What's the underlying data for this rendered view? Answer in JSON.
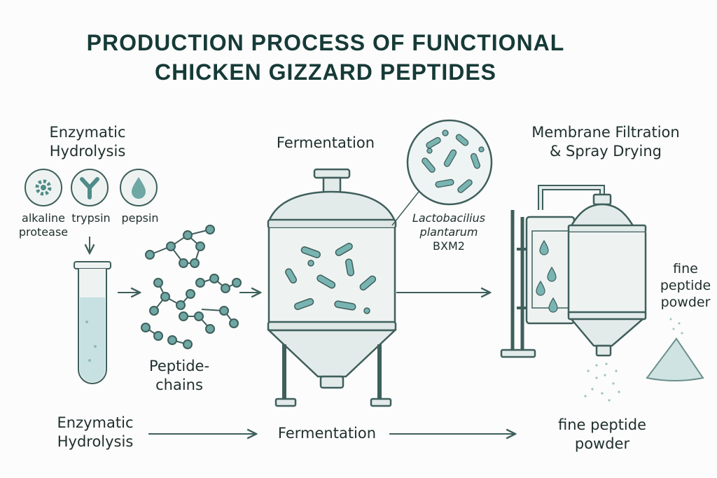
{
  "title": {
    "line1": "PRODUCTION PROCESS OF FUNCTIONAL",
    "line2": "CHICKEN GIZZARD PEPTIDES"
  },
  "steps": {
    "hydrolysis": {
      "heading_line1": "Enzymatic",
      "heading_line2": "Hydrolysis",
      "enzymes": [
        {
          "line1": "alkaline",
          "line2": "protease",
          "icon": "gear-icon"
        },
        {
          "line1": "trypsin",
          "line2": "",
          "icon": "y-shape-icon"
        },
        {
          "line1": "pepsin",
          "line2": "",
          "icon": "drop-icon"
        }
      ]
    },
    "peptides": {
      "line1": "Peptide-",
      "line2": "chains"
    },
    "fermentation": {
      "heading": "Fermentation",
      "strain_line1": "Lactobacilius",
      "strain_line2": "plantarum",
      "strain_line3": "BXM2"
    },
    "filtration": {
      "heading_line1": "Membrane Filtration",
      "heading_line2": "& Spray Drying",
      "product_line1": "fine",
      "product_line2": "peptide",
      "product_line3": "powder"
    }
  },
  "bottom_flow": {
    "step1_line1": "Enzymatic",
    "step1_line2": "Hydrolysis",
    "step2": "Fermentation",
    "step3_line1": "fine peptide",
    "step3_line2": "powder"
  },
  "colors": {
    "outline": "#3f5f5c",
    "fill_light": "#e3ebea",
    "teal": "#78b4b2",
    "liquid": "#c7e0e1",
    "dark_text": "#163a37"
  }
}
